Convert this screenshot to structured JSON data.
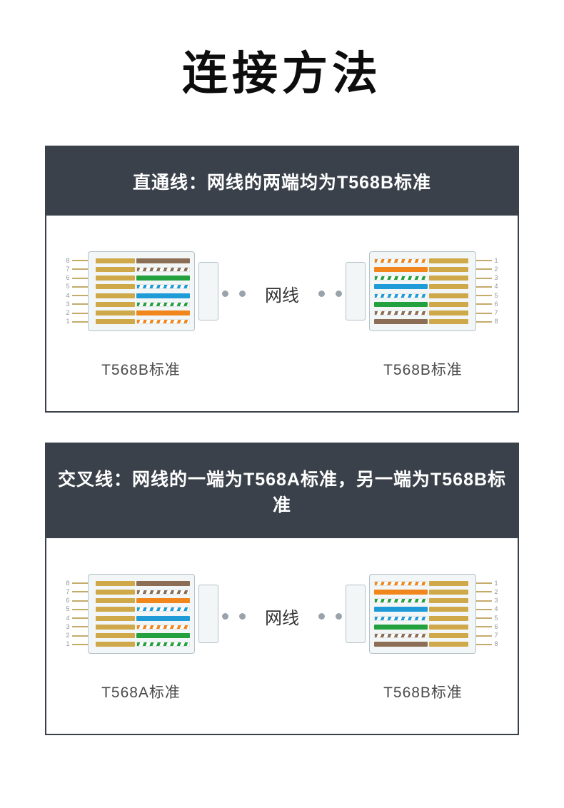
{
  "page": {
    "title": "连接方法"
  },
  "colors": {
    "header_bg": "#3a414a",
    "orange": "#f0861c",
    "green": "#23a13f",
    "blue": "#1f9cd8",
    "brown": "#8b6e55",
    "contact_gold": "#cfa84a"
  },
  "panels": [
    {
      "header": "直通线：网线的两端均为T568B标准",
      "cable_label": "网线",
      "left": {
        "label": "T568B标准",
        "pins": [
          "8",
          "7",
          "6",
          "5",
          "4",
          "3",
          "2",
          "1"
        ],
        "wires": [
          "brown",
          "white-brown",
          "green",
          "white-blue",
          "blue",
          "white-green",
          "orange",
          "white-orange"
        ]
      },
      "right": {
        "label": "T568B标准",
        "pins": [
          "1",
          "2",
          "3",
          "4",
          "5",
          "6",
          "7",
          "8"
        ],
        "wires": [
          "white-orange",
          "orange",
          "white-green",
          "blue",
          "white-blue",
          "green",
          "white-brown",
          "brown"
        ]
      }
    },
    {
      "header": "交叉线：网线的一端为T568A标准，另一端为T568B标准",
      "cable_label": "网线",
      "left": {
        "label": "T568A标准",
        "pins": [
          "8",
          "7",
          "6",
          "5",
          "4",
          "3",
          "2",
          "1"
        ],
        "wires": [
          "brown",
          "white-brown",
          "orange",
          "white-blue",
          "blue",
          "white-orange",
          "green",
          "white-green"
        ]
      },
      "right": {
        "label": "T568B标准",
        "pins": [
          "1",
          "2",
          "3",
          "4",
          "5",
          "6",
          "7",
          "8"
        ],
        "wires": [
          "white-orange",
          "orange",
          "white-green",
          "blue",
          "white-blue",
          "green",
          "white-brown",
          "brown"
        ]
      }
    }
  ]
}
